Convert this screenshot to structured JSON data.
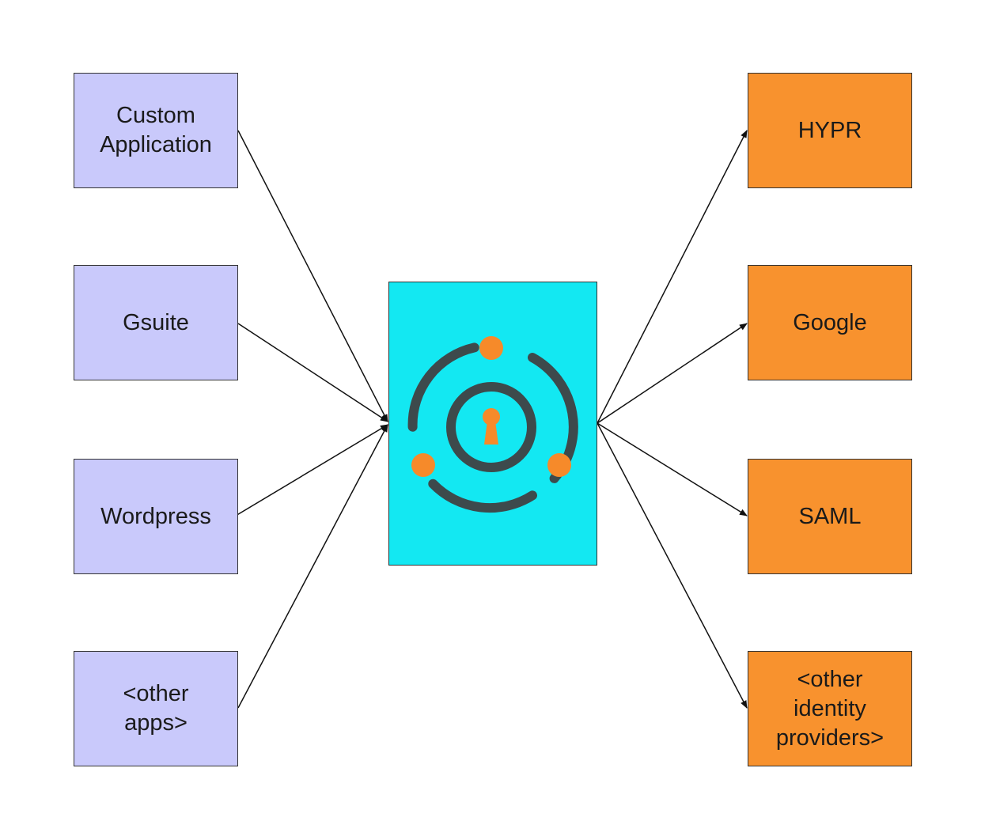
{
  "applications": [
    {
      "label": "Custom\nApplication"
    },
    {
      "label": "Gsuite"
    },
    {
      "label": "Wordpress"
    },
    {
      "label": "<other\napps>"
    }
  ],
  "identity_providers": [
    {
      "label": "HYPR"
    },
    {
      "label": "Google"
    },
    {
      "label": "SAML"
    },
    {
      "label": "<other\nidentity\nproviders>"
    }
  ],
  "hub": {
    "icon": "keyhole-rings-logo-icon",
    "background_color": "#13e8f2",
    "ring_color": "#3d4a4c",
    "accent_color": "#f68a2a"
  },
  "colors": {
    "application_box": "#c9c9fb",
    "identity_provider_box": "#f8922e",
    "arrow": "#111111"
  }
}
